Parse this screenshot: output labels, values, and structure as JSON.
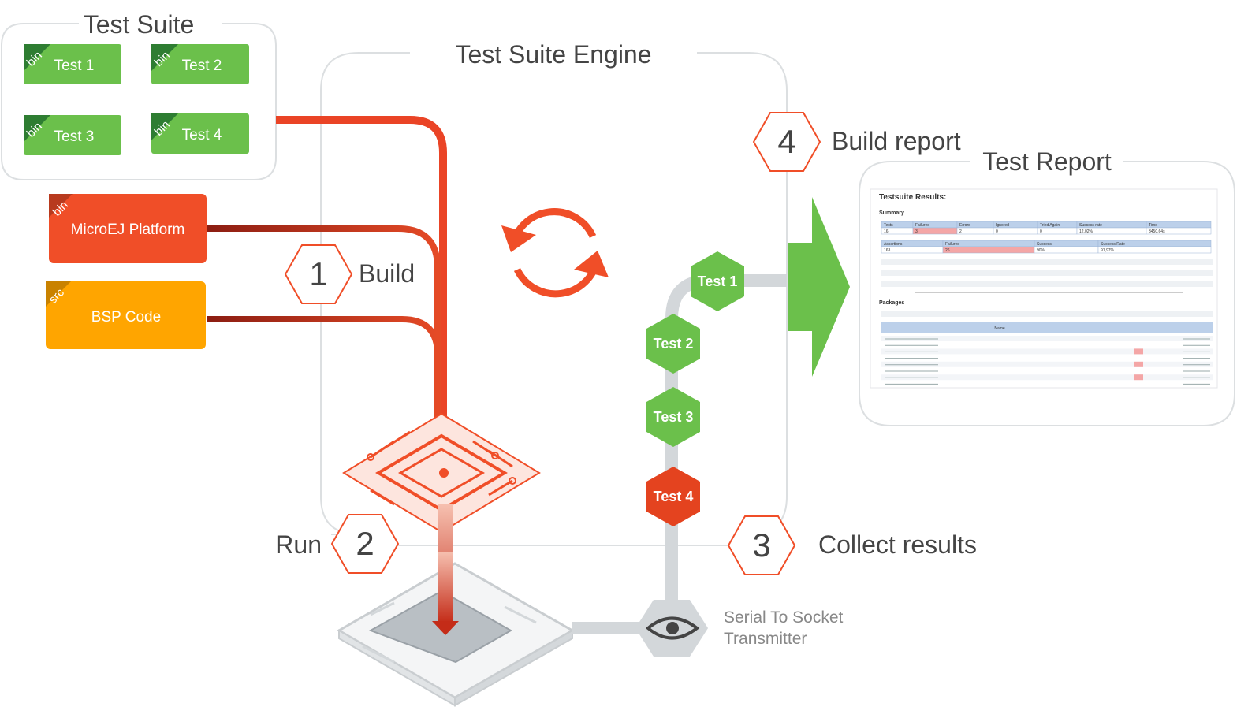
{
  "test_suite": {
    "title": "Test Suite",
    "tiles": [
      {
        "label": "Test 1",
        "tag": "bin"
      },
      {
        "label": "Test 2",
        "tag": "bin"
      },
      {
        "label": "Test 3",
        "tag": "bin"
      },
      {
        "label": "Test 4",
        "tag": "bin"
      }
    ]
  },
  "inputs": {
    "platform": {
      "label": "MicroEJ Platform",
      "tag": "bin"
    },
    "bsp": {
      "label": "BSP Code",
      "tag": "src"
    }
  },
  "engine": {
    "title": "Test Suite Engine"
  },
  "steps": {
    "build": {
      "number": "1",
      "label": "Build"
    },
    "run": {
      "number": "2",
      "label": "Run"
    },
    "collect": {
      "number": "3",
      "label": "Collect results"
    },
    "report": {
      "number": "4",
      "label": "Build report"
    }
  },
  "result_chain": [
    "Test 1",
    "Test 2",
    "Test 3",
    "Test 4"
  ],
  "transmitter": {
    "line1": "Serial To Socket",
    "line2": "Transmitter"
  },
  "report": {
    "title": "Test Report",
    "heading": "Testsuite Results:",
    "summary_label": "Summary",
    "summary_headers": [
      "Tests",
      "Failures",
      "Errors",
      "Ignored",
      "Tried Again",
      "Success rate",
      "Time"
    ],
    "summary_values": [
      "16",
      "3",
      "2",
      "0",
      "0",
      "12,02%",
      "3450.64s"
    ],
    "assert_headers": [
      "Assertions",
      "Failures",
      "Success",
      "Success Rate"
    ],
    "assert_values": [
      "163",
      "26",
      "90%",
      "91,97%"
    ],
    "packages_label": "Packages",
    "packages_header": "Name"
  },
  "colors": {
    "orange": "#f04e28",
    "green": "#6bc04b",
    "amber": "#ffa500",
    "gray": "#d3d7da",
    "darkred": "#b5261a"
  }
}
